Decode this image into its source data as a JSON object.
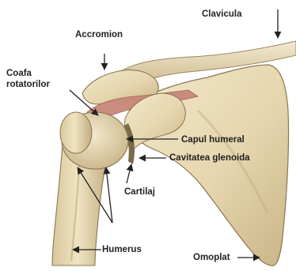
{
  "labels": {
    "clavicula": "Clavicula",
    "accromion": "Accromion",
    "coafa_line1": "Coafa",
    "coafa_line2": "rotatorilor",
    "capul_humeral": "Capul humeral",
    "cavitatea_glenoida": "Cavitatea glenoida",
    "cartilaj": "Cartilaj",
    "humerus": "Humerus",
    "omoplat": "Omoplat"
  },
  "colors": {
    "background": "#ffffff",
    "bone": "#e9dcb9",
    "bone_shadow": "#b9a57a",
    "bone_outline": "#8a7650",
    "rotator_cuff": "#c9877a",
    "pointer": "#222222",
    "text": "#222222"
  }
}
